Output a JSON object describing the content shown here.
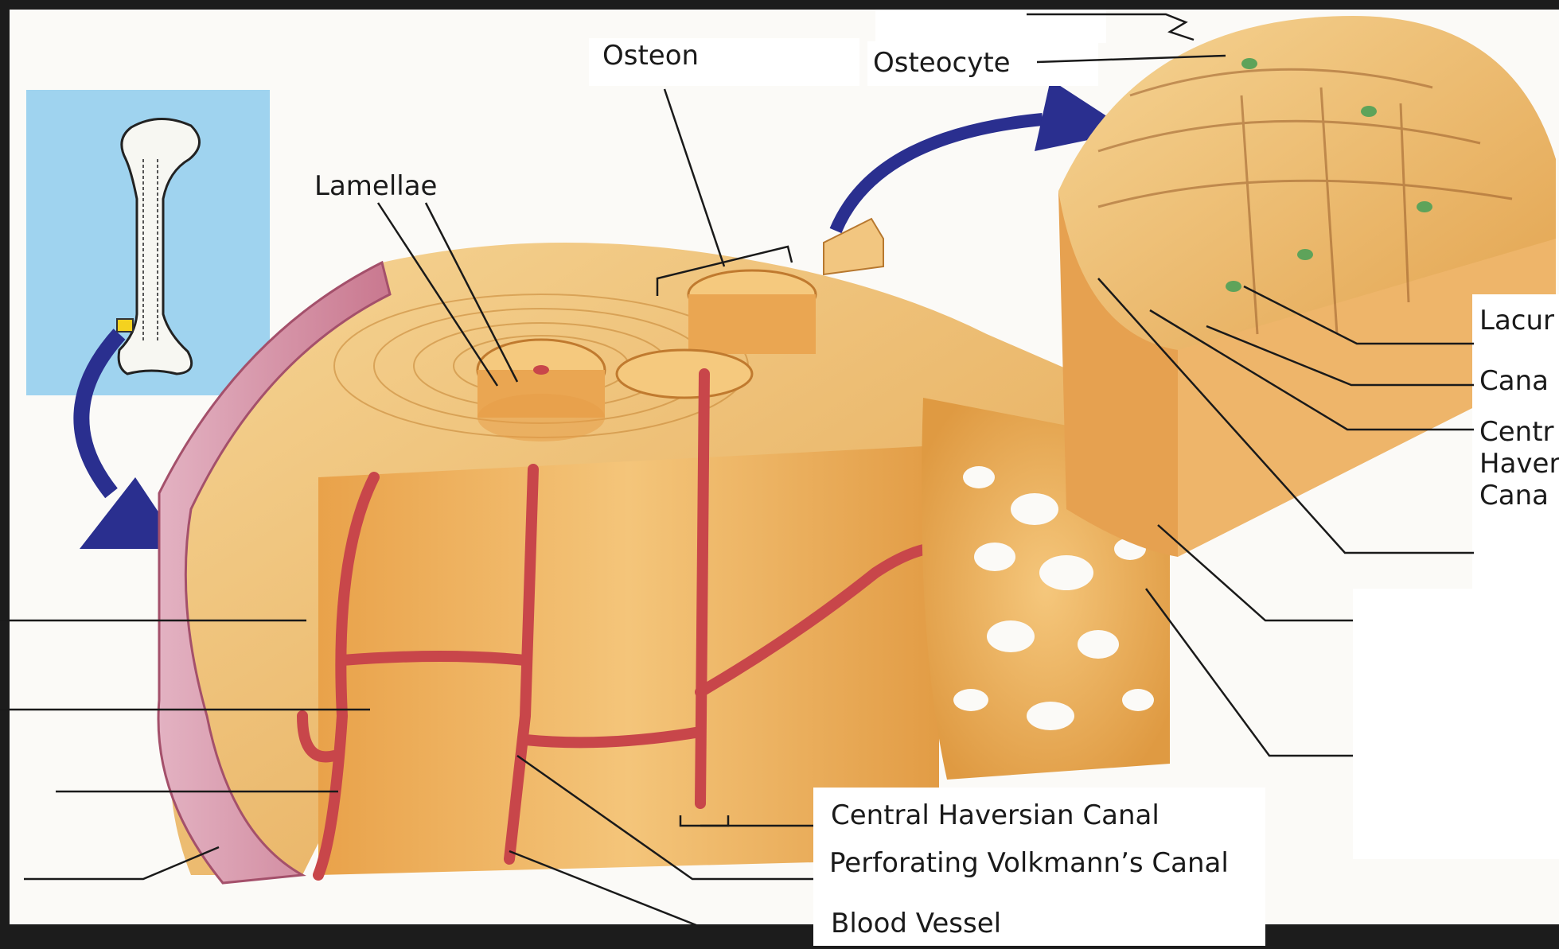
{
  "labels": {
    "osteon": "Osteon",
    "osteocyte": "Osteocyte",
    "lamellae": "Lamellae",
    "lacuna": "Lacur",
    "canaliculi": "Cana",
    "central_right_1": "Centr",
    "central_right_2": "Haver",
    "central_right_3": "Cana",
    "central_haversian_canal": "Central Haversian Canal",
    "perforating_volkmanns_canal": "Perforating Volkmann’s Canal",
    "blood_vessel": "Blood Vessel"
  },
  "colors": {
    "frame": "#1c1c1c",
    "inset_bg": "#9fd3ef",
    "bone": "#f2c680",
    "bone_dark": "#d9963f",
    "vessel": "#c8464a",
    "periosteum": "#d9a0b4",
    "arrow": "#2a2f8f",
    "marker": "#f4d21f"
  }
}
